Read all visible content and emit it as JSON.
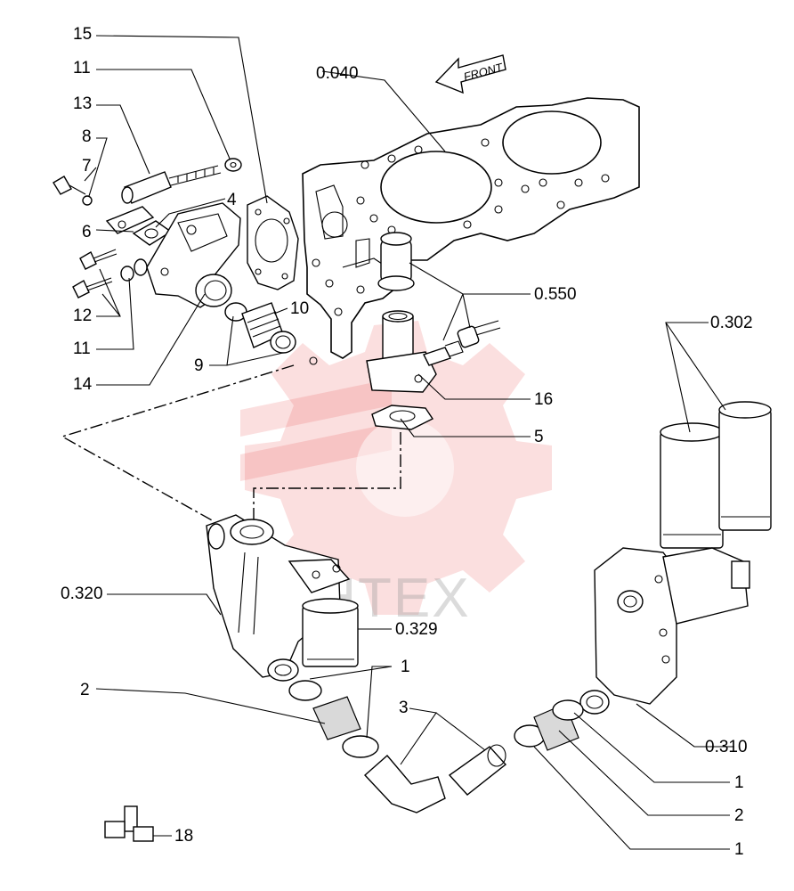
{
  "labels": {
    "p15": "15",
    "p11a": "11",
    "p13": "13",
    "p8": "8",
    "p7": "7",
    "p4": "4",
    "p6": "6",
    "p12": "12",
    "p11b": "11",
    "p14": "14",
    "p10": "10",
    "p9": "9",
    "p0040": "0.040",
    "p0550": "0.550",
    "p16": "16",
    "p5": "5",
    "p0302": "0.302",
    "p0320": "0.320",
    "p0329": "0.329",
    "p1a": "1",
    "p2a": "2",
    "p3": "3",
    "p0310": "0.310",
    "p1b": "1",
    "p2b": "2",
    "p1c": "1",
    "p18": "18"
  },
  "front_arrow_text": "FRONT",
  "watermark_text": "IHTEX",
  "colors": {
    "line": "#000000",
    "watermark": "#e83a3a"
  }
}
